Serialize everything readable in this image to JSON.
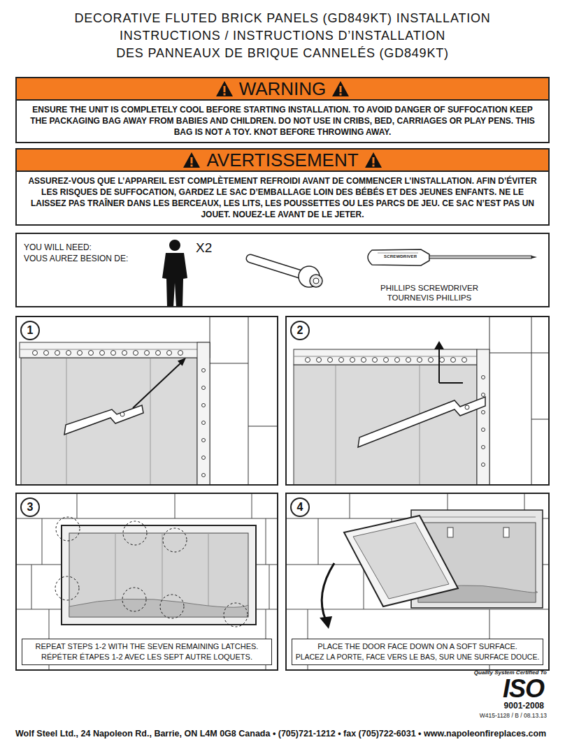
{
  "diagram": {
    "title": "DECORATIVE FLUTED BRICK PANELS (GD849KT) INSTALLATION INSTRUCTIONS / INSTRUCTIONS D’INSTALLATION DES PANNEAUX DE BRIQUE CANNELÉS (GD849KT)",
    "nodes": [
      {
        "text": [
          "WARNING",
          "ENSURE THE UNIT IS COMPLETELY COOL BEFORE STARTING INSTALLATION. TO AVOID DANGER OF SUFFOCATION KEEP THE PACKAGING BAG AWAY FROM BABIES AND CHILDREN. DO NOT USE IN CRIBS, BED, CARRIAGES OR PLAY PENS. THIS BAG IS NOT A TOY. KNOT BEFORE THROWING AWAY."
        ]
      },
      {
        "text": [
          "AVERTISSEMENT",
          "ASSUREZ-VOUS QUE L’APPAREIL EST COMPLÈTEMENT REFROIDI AVANT DE COMMENCER L’INSTALLATION. AFIN D’ÉVITER LES RISQUES DE SUFFOCATION, GARDEZ LE SAC D’EMBALLAGE LOIN DES BÉBÉS ET DES JEUNES ENFANTS. NE LE LAISSEZ PAS TRAÎNER DANS LES BERCEAUX, LES LITS, LES POUSSETTES OU LES PARCS DE JEU. CE SAC N’EST PAS UN JOUET. NOUEZ-LE AVANT DE LE JETER."
        ]
      },
      {
        "text": [
          "YOU WILL NEED:",
          "VOUS AUREZ BESION DE:",
          "X2",
          "PHILLIPS SCREWDRIVER TOURNEVIS PHILLIPS"
        ]
      },
      {
        "text": []
      },
      {
        "text": [
          "1"
        ],
        "in": 3
      },
      {
        "text": []
      },
      {
        "text": [
          "2"
        ],
        "in": 5
      },
      {
        "text": []
      },
      {
        "text": [
          "3"
        ],
        "in": 7
      },
      {
        "text": [
          "REPEAT STEPS 1-2 WITH THE SEVEN REMAINING LATCHES.",
          "RÉPÉTER ÉTAPES 1-2 AVEC LES SEPT AUTRE LOQUETS."
        ],
        "in": 7
      },
      {
        "text": []
      },
      {
        "text": [
          "4"
        ],
        "in": 10
      },
      {
        "text": [
          "PLACE THE DOOR FACE DOWN ON A SOFT SURFACE.",
          "PLACEZ LA PORTE, FACE VERS LE BAS, SUR UNE SURFACE DOUCE."
        ],
        "in": 10
      }
    ],
    "labels": [
      "SCREWDRIVER",
      "Quality System Certified To",
      "ISO",
      "9001-2008",
      "W415-1128 / B / 08.13.13",
      "Wolf Steel Ltd., 24 Napoleon Rd., Barrie, ON L4M 0G8 Canada • (705)721-1212 • fax (705)722-6031 • www.napoleonfireplaces.com"
    ]
  }
}
